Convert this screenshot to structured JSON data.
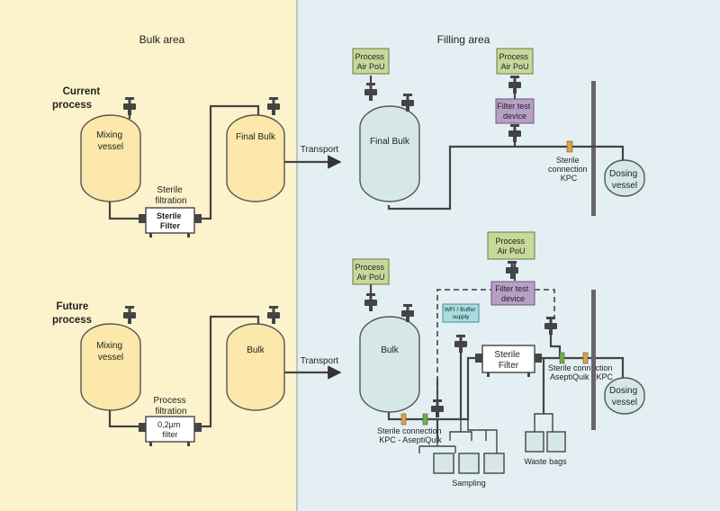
{
  "areas": {
    "bulk": "Bulk area",
    "filling": "Filling area"
  },
  "current": {
    "title_line1": "Current",
    "title_line2": "process",
    "mixing_line1": "Mixing",
    "mixing_line2": "vessel",
    "filtration_line1": "Sterile",
    "filtration_line2": "filtration",
    "filter_line1": "Sterile",
    "filter_line2": "Filter",
    "final_bulk_left": "Final Bulk",
    "transport": "Transport",
    "final_bulk_right": "Final Bulk",
    "air_left_line1": "Process",
    "air_left_line2": "Air PoU",
    "air_right_line1": "Process",
    "air_right_line2": "Air PoU",
    "filter_test_line1": "Filter test",
    "filter_test_line2": "device",
    "sterile_conn_line1": "Sterile",
    "sterile_conn_line2": "connection",
    "sterile_conn_line3": "KPC",
    "dosing_line1": "Dosing",
    "dosing_line2": "vessel"
  },
  "future": {
    "title_line1": "Future",
    "title_line2": "process",
    "mixing_line1": "Mixing",
    "mixing_line2": "vessel",
    "filtration_line1": "Process",
    "filtration_line2": "filtration",
    "filter_line1": "0,2µm",
    "filter_line2": "filter",
    "bulk_left": "Bulk",
    "transport": "Transport",
    "bulk_right": "Bulk",
    "air_left_line1": "Process",
    "air_left_line2": "Air PoU",
    "air_top_line1": "Process",
    "air_top_line2": "Air PoU",
    "filter_test_line1": "Filter test",
    "filter_test_line2": "device",
    "wfi_line1": "WFI / Buffer",
    "wfi_line2": "supply",
    "sterile_filter_line1": "Sterile",
    "sterile_filter_line2": "Filter",
    "conn_bottom_line1": "Sterile connection",
    "conn_bottom_line2": "KPC - AseptiQuik",
    "conn_right_line1": "Sterile connection",
    "conn_right_line2": "AseptiQuik - KPC",
    "dosing_line1": "Dosing",
    "dosing_line2": "vessel",
    "sampling": "Sampling",
    "waste_bags": "Waste bags"
  },
  "colors": {
    "bulk_bg": "#fcf3cc",
    "filling_bg": "#e4eff4",
    "tank_bulk": "#fbe8aa",
    "tank_filling": "#d6e7e8",
    "air_box": "#c7d89a",
    "filter_test_box": "#b7a0c6",
    "wfi_box": "#a9dde0",
    "connector_orange": "#e8a23a",
    "connector_green": "#6db33f"
  }
}
